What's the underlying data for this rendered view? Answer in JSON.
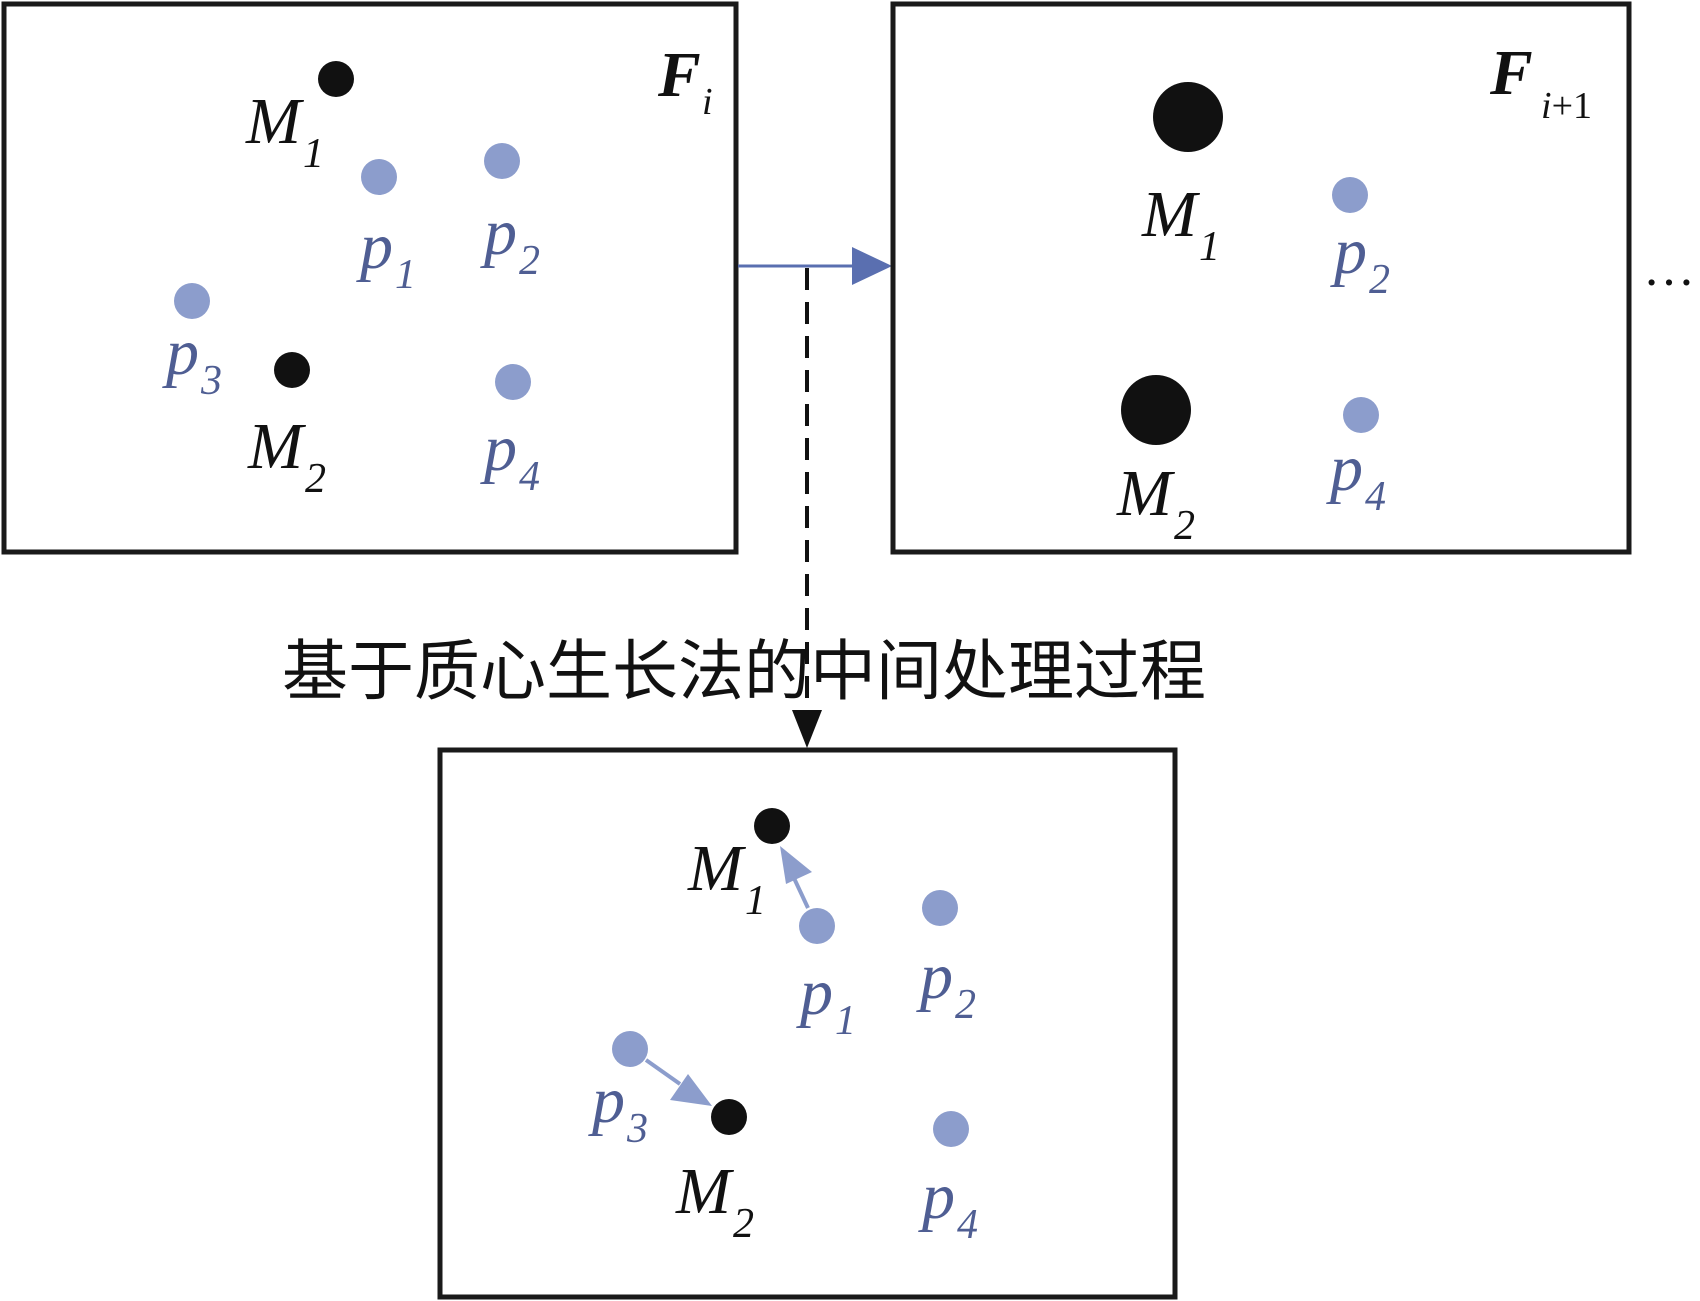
{
  "colors": {
    "centroid": "#111111",
    "point": "#8c9dcc",
    "point_label": "#4f5e93",
    "arrow_solid": "#5a6fb0",
    "arrow_move": "#8c9dcc",
    "frame": "#1a1a1a"
  },
  "panels": {
    "frame_i": {
      "title": "F",
      "subscript": "i"
    },
    "frame_i1": {
      "title": "F",
      "subscript_var": "i",
      "subscript_rest": "+1"
    },
    "intermediate": {}
  },
  "labels": {
    "M": "M",
    "p": "p",
    "one": "1",
    "two": "2",
    "three": "3",
    "four": "4"
  },
  "caption": "基于质心生长法的中间处理过程",
  "continuation": "…"
}
